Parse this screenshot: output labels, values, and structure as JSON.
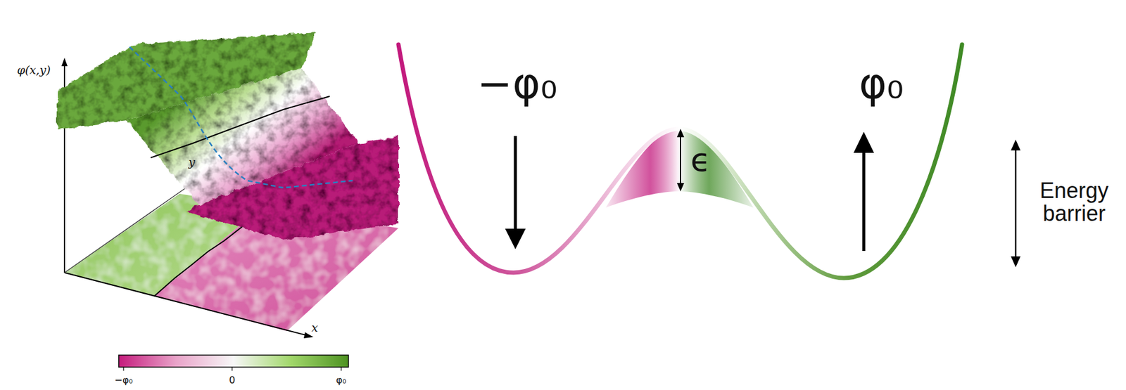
{
  "diagram": {
    "labels": [
      "φ(x,y)",
      "y",
      "x",
      "−φ₀",
      "0",
      "φ₀",
      "−φ₀",
      "φ₀",
      "ϵ",
      "Energy barrier"
    ]
  }
}
